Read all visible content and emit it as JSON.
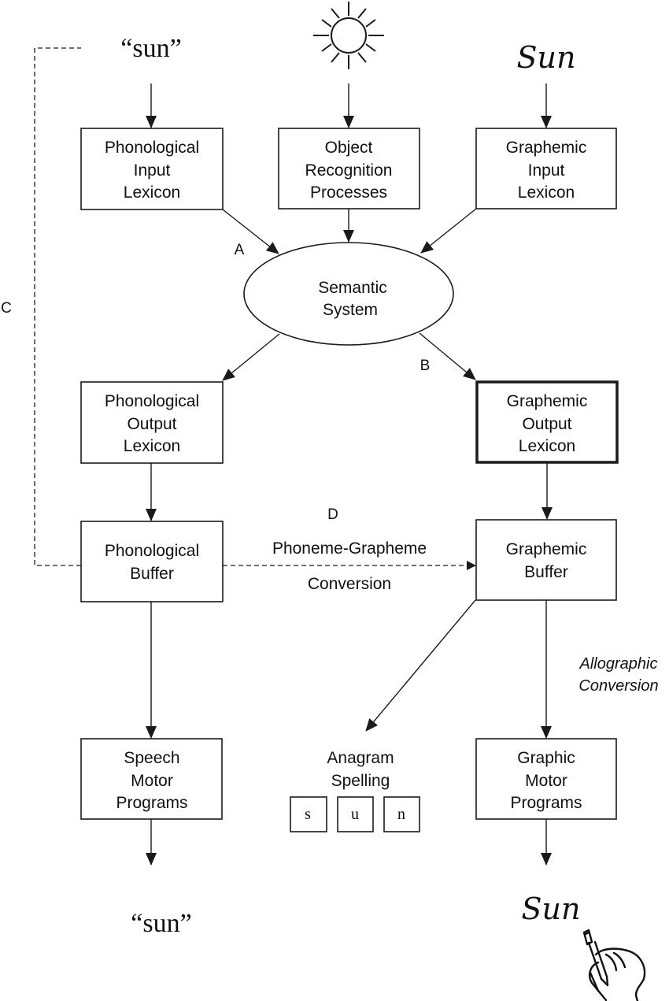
{
  "title": "Cognitive model of spelling and naming for the word sun",
  "inputs": {
    "spoken": "“sun”",
    "picture_icon": "sun-icon",
    "written": "Sun"
  },
  "outputs": {
    "spoken": "“sun”",
    "written": "Sun",
    "writing_icon": "hand-writing-icon"
  },
  "boxes": {
    "phonological_input_lexicon": [
      "Phonological",
      "Input",
      "Lexicon"
    ],
    "object_recognition": [
      "Object",
      "Recognition",
      "Processes"
    ],
    "graphemic_input_lexicon": [
      "Graphemic",
      "Input",
      "Lexicon"
    ],
    "semantic_system": [
      "Semantic",
      "System"
    ],
    "phonological_output_lexicon": [
      "Phonological",
      "Output",
      "Lexicon"
    ],
    "graphemic_output_lexicon": [
      "Graphemic",
      "Output",
      "Lexicon"
    ],
    "phonological_buffer": [
      "Phonological",
      "Buffer"
    ],
    "graphemic_buffer": [
      "Graphemic",
      "Buffer"
    ],
    "speech_motor_programs": [
      "Speech",
      "Motor",
      "Programs"
    ],
    "graphic_motor_programs": [
      "Graphic",
      "Motor",
      "Programs"
    ]
  },
  "anagram": {
    "label": [
      "Anagram",
      "Spelling"
    ],
    "tiles": [
      "s",
      "u",
      "n"
    ]
  },
  "route_labels": {
    "A": "A",
    "B": "B",
    "C": "C",
    "D": "D"
  },
  "connection_labels": {
    "phoneme_grapheme": [
      "Phoneme-Grapheme",
      "Conversion"
    ],
    "allographic": [
      "Allographic",
      "Conversion"
    ]
  },
  "highlighted_box": "graphemic_output_lexicon"
}
